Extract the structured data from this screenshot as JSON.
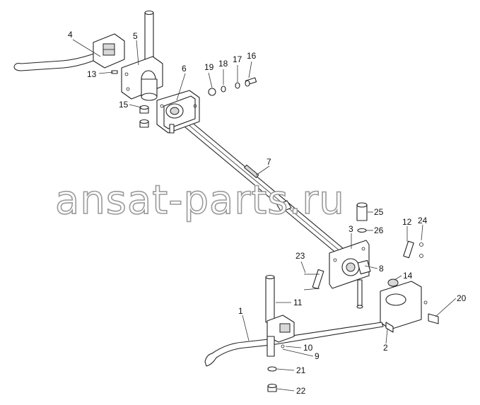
{
  "watermark": "ansat-parts.ru",
  "callouts": {
    "c1": "1",
    "c2": "2",
    "c3": "3",
    "c4": "4",
    "c5": "5",
    "c6": "6",
    "c7": "7",
    "c8": "8",
    "c9": "9",
    "c10": "10",
    "c11": "11",
    "c12": "12",
    "c13": "13",
    "c14": "14",
    "c15": "15",
    "c16": "16",
    "c17": "17",
    "c18": "18",
    "c19": "19",
    "c20": "20",
    "c21": "21",
    "c22": "22",
    "c23": "23",
    "c24": "24",
    "c25": "25",
    "c26": "26"
  }
}
